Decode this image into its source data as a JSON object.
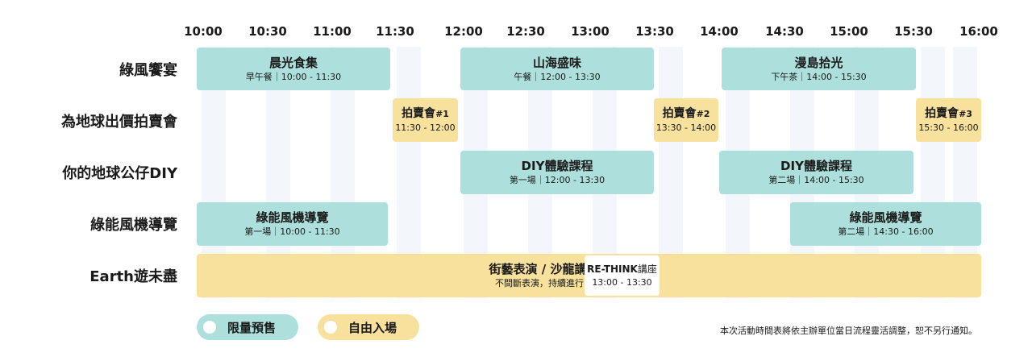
{
  "times": [
    "10:00",
    "10:30",
    "11:00",
    "11:30",
    "12:00",
    "12:30",
    "13:00",
    "13:30",
    "14:00",
    "14:30",
    "15:00",
    "15:30",
    "16:00"
  ],
  "rows": [
    {
      "label": "綠風饗宴"
    },
    {
      "label": "為地球出價拍賣會"
    },
    {
      "label": "你的地球公仔DIY"
    },
    {
      "label": "綠能風機導覽"
    },
    {
      "label": "Earth遊未盡"
    }
  ],
  "blocks": {
    "feast1": {
      "title": "晨光食集",
      "sub": "早午餐｜10:00 - 11:30"
    },
    "feast2": {
      "title": "山海盛味",
      "sub": "午餐｜12:00 - 13:30"
    },
    "feast3": {
      "title": "漫島拾光",
      "sub": "下午茶｜14:00 - 15:30"
    },
    "auction1": {
      "title": "拍賣會",
      "num": "#1",
      "time": "11:30 - 12:00"
    },
    "auction2": {
      "title": "拍賣會",
      "num": "#2",
      "time": "13:30 - 14:00"
    },
    "auction3": {
      "title": "拍賣會",
      "num": "#3",
      "time": "15:30 - 16:00"
    },
    "diy1": {
      "title": "DIY體驗課程",
      "sub": "第一場｜12:00 - 13:30"
    },
    "diy2": {
      "title": "DIY體驗課程",
      "sub": "第二場｜14:00 - 15:30"
    },
    "tour1": {
      "title": "綠能風機導覽",
      "sub": "第一場｜10:00 - 11:30"
    },
    "tour2": {
      "title": "綠能風機導覽",
      "sub": "第二場｜14:30 - 16:00"
    },
    "street": {
      "title": "街藝表演 / 沙龍講座",
      "sub": "不間斷表演，持續進行中"
    },
    "rethink": {
      "title": "RE-THINK",
      "title_suffix": "講座",
      "time": "13:00 - 13:30"
    }
  },
  "legend": {
    "reserved": {
      "label": "限量預售",
      "color": "#ade0dc"
    },
    "free": {
      "label": "自由入場",
      "color": "#f7e19d"
    }
  },
  "note": "本次活動時間表將依主辦單位當日流程靈活調整，恕不另行通知。"
}
